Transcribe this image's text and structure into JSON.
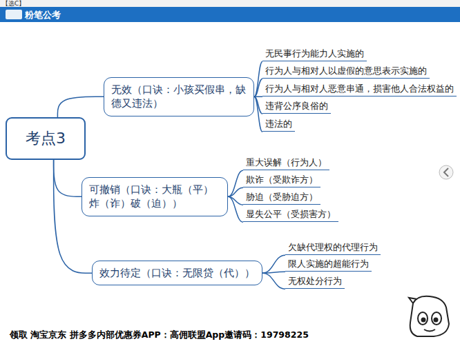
{
  "diagram": {
    "nodes": [
      {
        "text": [
          "考点3"
        ]
      },
      {
        "text": [
          "无效（口诀：小孩买假串，缺德又违法）"
        ]
      },
      {
        "text": [
          "无民事行为能力人实施的"
        ]
      },
      {
        "text": [
          "行为人与相对人以虚假的意思表示实施的"
        ]
      },
      {
        "text": [
          "行为人与相对人恶意串通，损害他人合法权益的"
        ]
      },
      {
        "text": [
          "违背公序良俗的"
        ]
      },
      {
        "text": [
          "违法的"
        ]
      },
      {
        "text": [
          "可撤销（口诀：大瓶（平）炸（诈）破（迫））"
        ]
      },
      {
        "text": [
          "重大误解（行为人）"
        ]
      },
      {
        "text": [
          "欺诈（受欺诈方）"
        ]
      },
      {
        "text": [
          "胁迫（受胁迫方）"
        ]
      },
      {
        "text": [
          "显失公平（受损害方）"
        ]
      },
      {
        "text": [
          "效力待定（口诀：无限贷（代））"
        ]
      },
      {
        "text": [
          "欠缺代理权的代理行为"
        ]
      },
      {
        "text": [
          "限人实施的超能行为"
        ]
      },
      {
        "text": [
          "无权处分行为"
        ]
      }
    ],
    "edges": [
      {
        "from": 0,
        "to": 1,
        "arrow": "none"
      },
      {
        "from": 0,
        "to": 7,
        "arrow": "none"
      },
      {
        "from": 0,
        "to": 12,
        "arrow": "none"
      },
      {
        "from": 1,
        "to": 2,
        "arrow": "none"
      },
      {
        "from": 1,
        "to": 3,
        "arrow": "none"
      },
      {
        "from": 1,
        "to": 4,
        "arrow": "none"
      },
      {
        "from": 1,
        "to": 5,
        "arrow": "none"
      },
      {
        "from": 1,
        "to": 6,
        "arrow": "none"
      },
      {
        "from": 7,
        "to": 8,
        "arrow": "none"
      },
      {
        "from": 7,
        "to": 9,
        "arrow": "none"
      },
      {
        "from": 7,
        "to": 10,
        "arrow": "none"
      },
      {
        "from": 7,
        "to": 11,
        "arrow": "none"
      },
      {
        "from": 12,
        "to": 13,
        "arrow": "none"
      },
      {
        "from": 12,
        "to": 14,
        "arrow": "none"
      },
      {
        "from": 12,
        "to": 15,
        "arrow": "none"
      }
    ],
    "labels": [
      "【选C】",
      "粉笔公考",
      "领取 淘宝京东 拼多多内部优惠券APP：高佣联盟App邀请码：19798225"
    ]
  }
}
